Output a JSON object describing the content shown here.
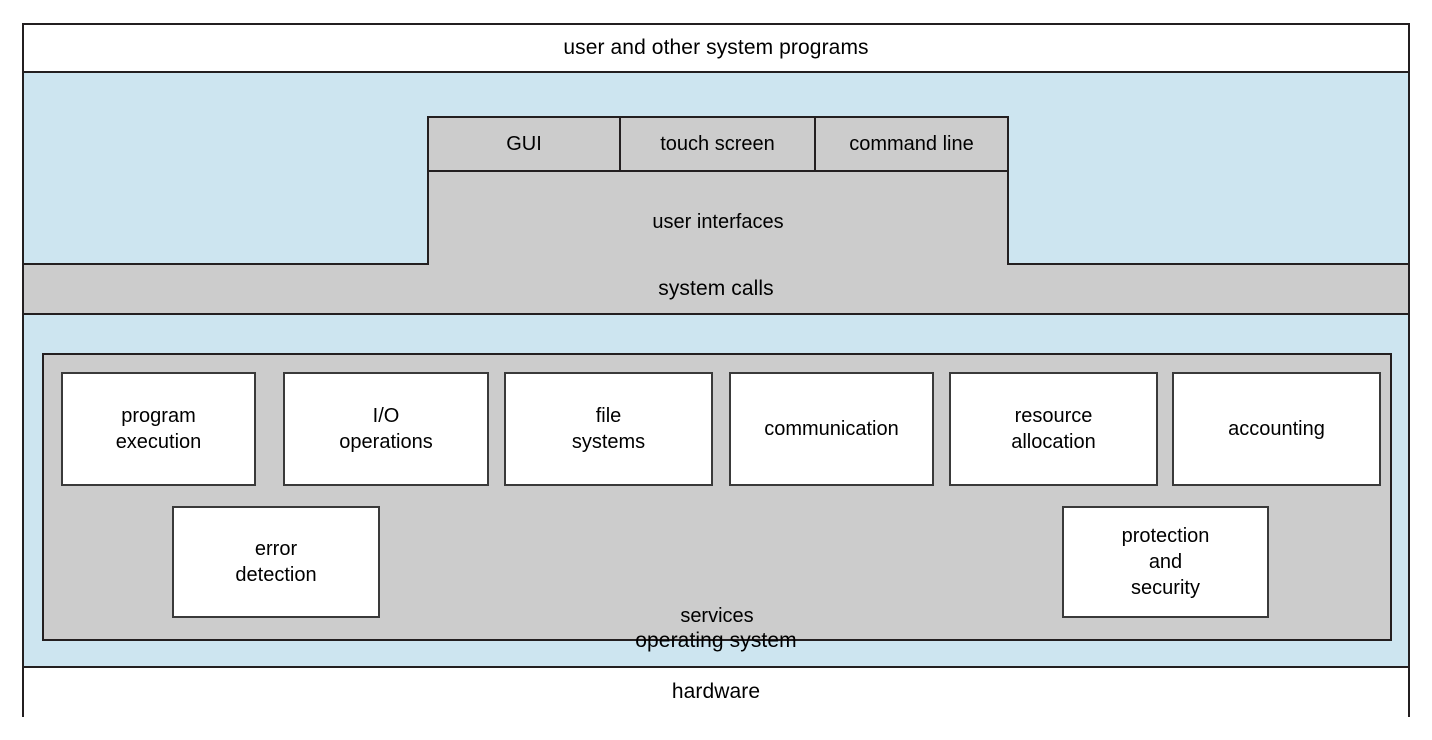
{
  "diagram": {
    "title": "operating system services layered view",
    "colors": {
      "zone_blue": "#cde5f0",
      "block_gray": "#cccccc",
      "block_white": "#ffffff",
      "stroke": "#231f20"
    },
    "bands": {
      "user_programs": "user and other system programs",
      "system_calls": "system calls",
      "operating_system": "operating system",
      "hardware": "hardware"
    },
    "user_interfaces": {
      "caption": "user interfaces",
      "modes": [
        {
          "label": "GUI"
        },
        {
          "label": "touch screen"
        },
        {
          "label": "command line"
        }
      ]
    },
    "services": {
      "caption": "services",
      "top_row": [
        {
          "label": "program\nexecution"
        },
        {
          "label": "I/O\noperations"
        },
        {
          "label": "file\nsystems"
        },
        {
          "label": "communication"
        },
        {
          "label": "resource\nallocation"
        },
        {
          "label": "accounting"
        }
      ],
      "lower_row": [
        {
          "label": "error\ndetection"
        },
        {
          "label": "protection\nand\nsecurity"
        }
      ]
    }
  }
}
